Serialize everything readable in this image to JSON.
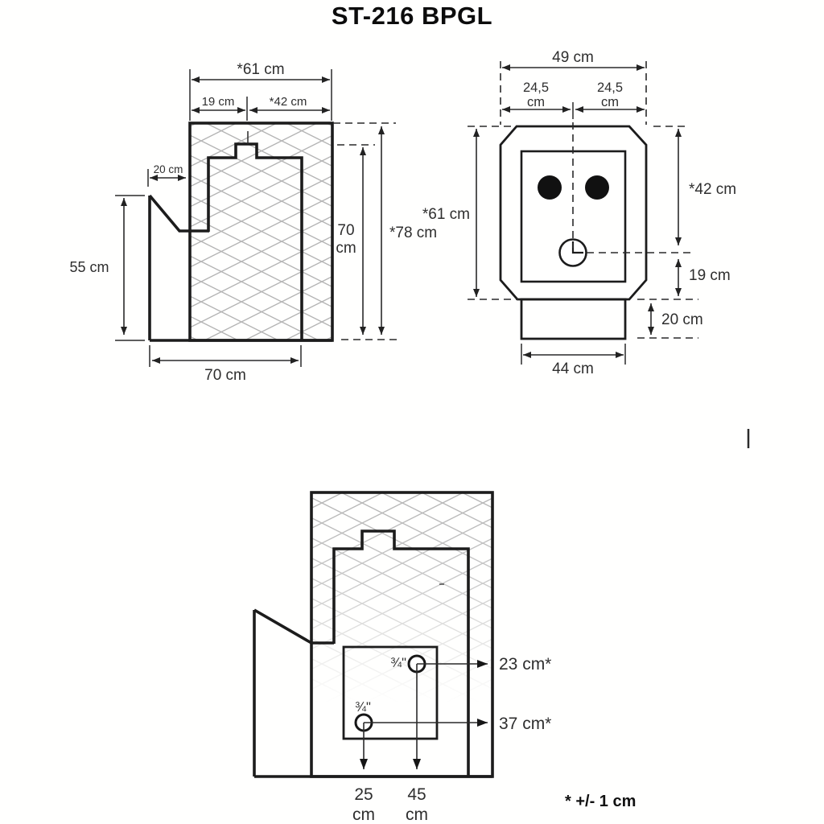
{
  "title": "ST-216 BPGL",
  "note": "* +/- 1 cm",
  "side_view": {
    "total_width": "*61 cm",
    "front_section_width": "19 cm",
    "rear_section_width": "*42 cm",
    "hopper_depth": "20 cm",
    "front_height": "55 cm",
    "base_depth": "70 cm",
    "body_height_value": "70",
    "body_height_unit": "cm",
    "total_height": "*78 cm"
  },
  "front_view": {
    "total_width": "49 cm",
    "half_width_left_value": "24,5",
    "half_width_left_unit": "cm",
    "half_width_right_value": "24,5",
    "half_width_right_unit": "cm",
    "body_height": "*61 cm",
    "upper_section_height": "*42 cm",
    "lower_section_height": "19 cm",
    "base_height": "20 cm",
    "base_width": "44 cm"
  },
  "rear_view": {
    "upper_connection_size": "¾\"",
    "lower_connection_size": "¾\"",
    "upper_connection_height": "23 cm*",
    "lower_connection_height": "37 cm*",
    "lower_connection_offset_value": "25",
    "lower_connection_offset_unit": "cm",
    "upper_connection_offset_value": "45",
    "upper_connection_offset_unit": "cm"
  }
}
